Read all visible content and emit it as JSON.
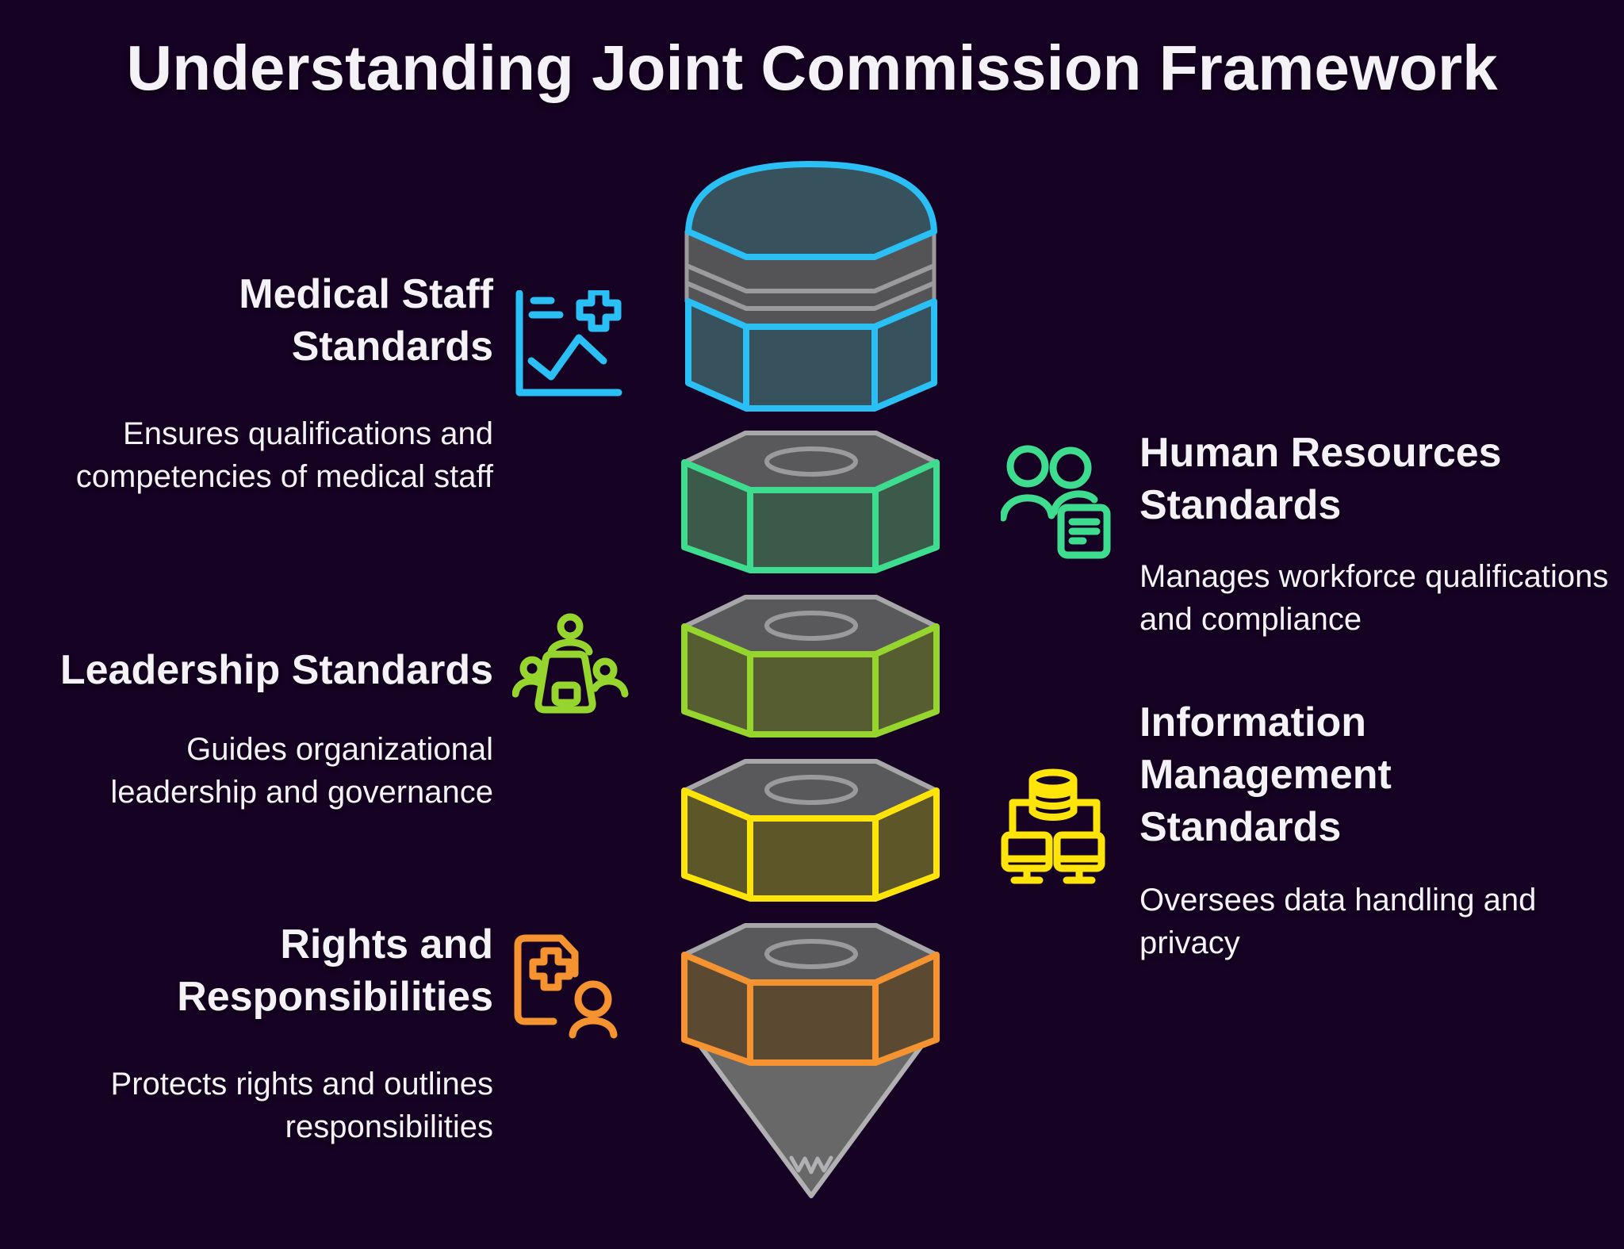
{
  "title": "Understanding Joint Commission Framework",
  "colors": {
    "background": "#160223",
    "text": "#f4f2f7",
    "blue": "#2bc0f5",
    "spring-green": "#3edc8e",
    "lime": "#96d52e",
    "yellow": "#ffe40a",
    "orange": "#f59331",
    "gray-outline": "#b1b0b2",
    "gray-face": "#59585a"
  },
  "sections": {
    "medical_staff": {
      "title": "Medical Staff Standards",
      "description": "Ensures qualifications and competencies of medical staff",
      "accent": "#2bc0f5",
      "icon": "line-chart-medical-icon",
      "side": "left"
    },
    "human_resources": {
      "title": "Human Resources Standards",
      "description": "Manages workforce qualifications and compliance",
      "accent": "#3edc8e",
      "icon": "people-roster-icon",
      "side": "right"
    },
    "leadership": {
      "title": "Leadership Standards",
      "description": "Guides organizational leadership and governance",
      "accent": "#96d52e",
      "icon": "team-leadership-icon",
      "side": "left"
    },
    "information_management": {
      "title": "Information Management Standards",
      "description": "Oversees data handling and privacy",
      "accent": "#ffe40a",
      "icon": "database-monitors-icon",
      "side": "right"
    },
    "rights": {
      "title": "Rights and Responsibilities",
      "description": "Protects rights and outlines responsibilities",
      "accent": "#f59331",
      "icon": "medical-document-person-icon",
      "side": "left"
    }
  },
  "graphic": {
    "type": "segmented-pencil-stack",
    "segments_top_to_bottom": [
      "blue-eraser-cap",
      "spring-green-nut",
      "lime-nut",
      "yellow-nut",
      "orange-nut",
      "gray-pencil-tip"
    ]
  }
}
